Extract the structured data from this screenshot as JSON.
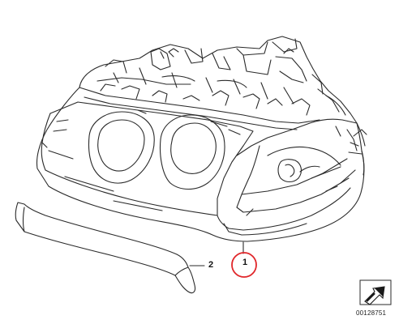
{
  "diagram": {
    "callouts": [
      {
        "number": "1",
        "highlight_color": "#e0262a"
      },
      {
        "number": "2"
      }
    ],
    "reference_code": "00128751",
    "icon": "arrow-pointer-icon",
    "line_color": "#2a2a2a"
  }
}
